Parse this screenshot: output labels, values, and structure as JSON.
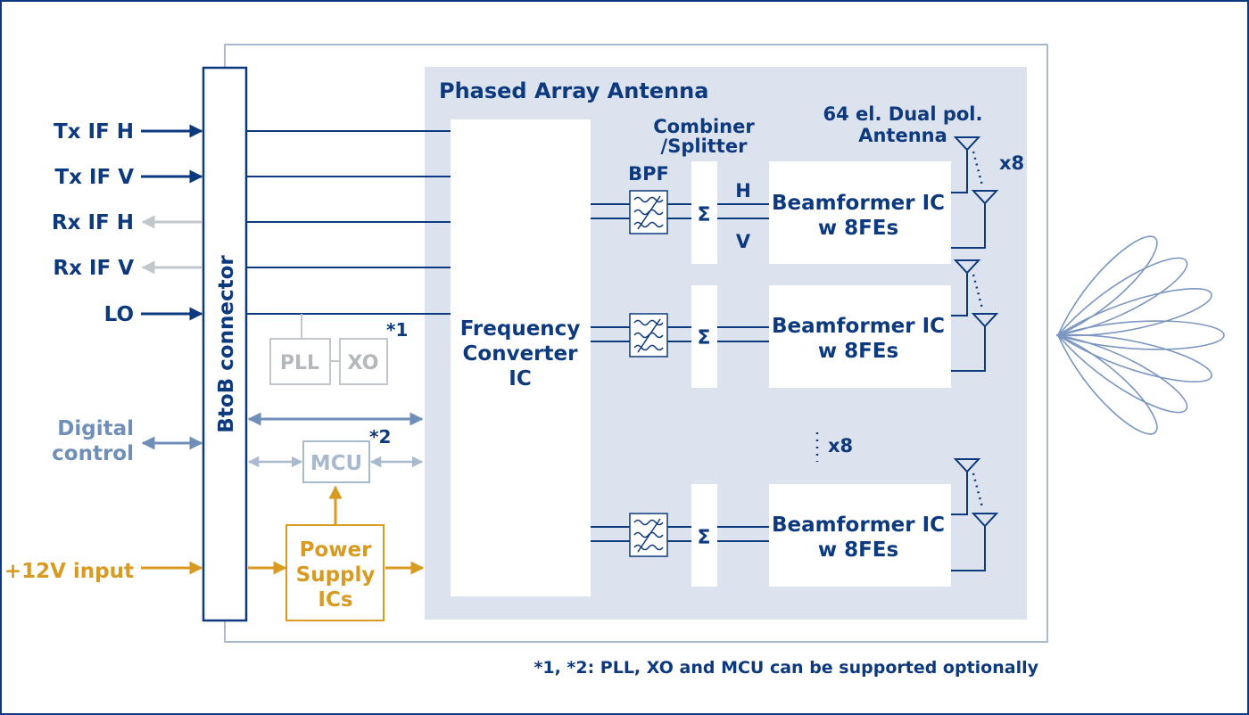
{
  "title": "Phased Array Antenna",
  "inputs": {
    "tx_if_h": "Tx IF H",
    "tx_if_v": "Tx IF V",
    "rx_if_h": "Rx IF H",
    "rx_if_v": "Rx IF V",
    "lo": "LO",
    "digital_control": [
      "Digital",
      "control"
    ],
    "power_input": "+12V input"
  },
  "connector": "BtoB connector",
  "pll": "PLL",
  "xo": "XO",
  "mcu": "MCU",
  "note1_mark": "*1",
  "note2_mark": "*2",
  "power_supply": [
    "Power",
    "Supply",
    "ICs"
  ],
  "frequency_converter": [
    "Frequency",
    "Converter",
    "IC"
  ],
  "bpf": "BPF",
  "combiner": [
    "Combiner",
    "/Splitter"
  ],
  "sigma": "Σ",
  "pol_h": "H",
  "pol_v": "V",
  "antenna_label": [
    "64 el. Dual pol.",
    "Antenna"
  ],
  "multiplier": "x8",
  "beamformer": [
    "Beamformer IC",
    "w 8FEs"
  ],
  "footnote": "*1, *2: PLL, XO and MCU can be supported optionally",
  "colors": {
    "navy": "#0d3a7e",
    "steel": "#6f8fb8",
    "light_gray": "#c3c6ca",
    "gray_text": "#b4b7bb",
    "gold": "#d89a20",
    "panel": "#dce3ee",
    "frame": "#a9bace",
    "lobe": "#7b96c1"
  }
}
